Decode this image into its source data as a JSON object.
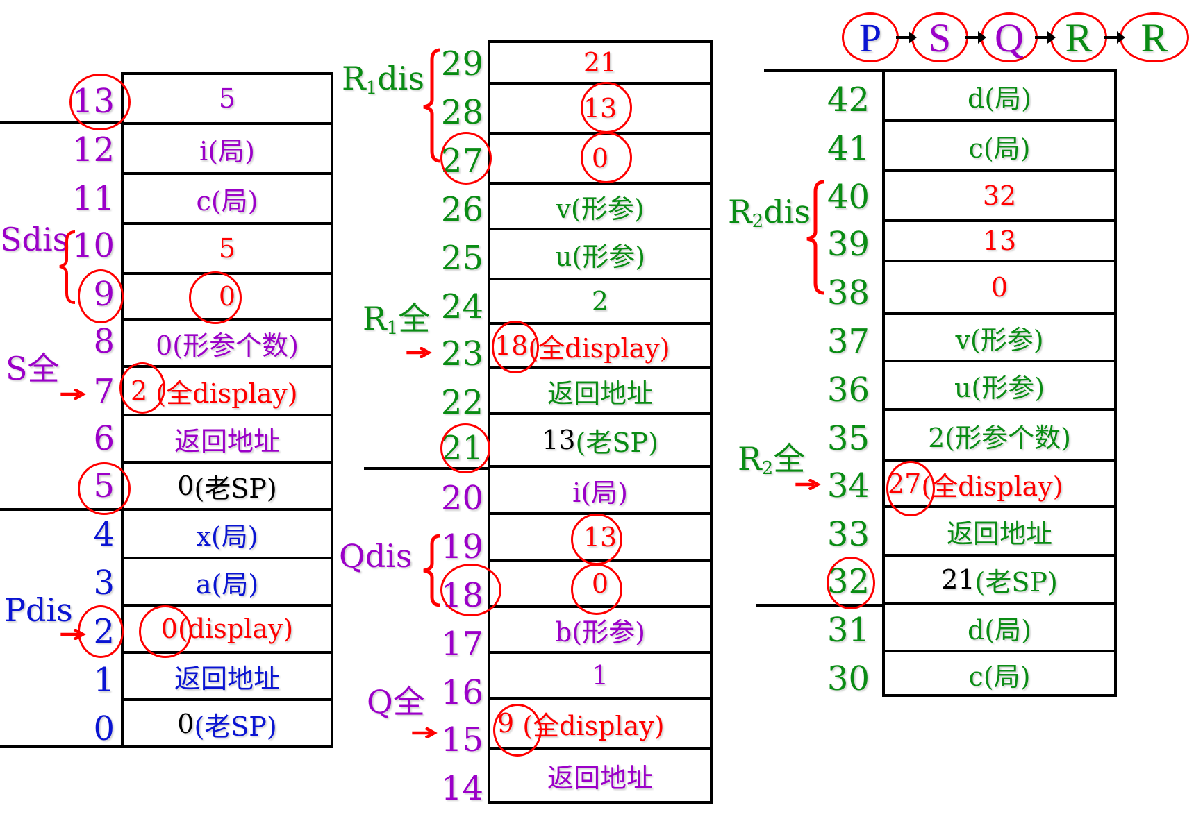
{
  "colors": {
    "purple": "#9b00c8",
    "blue": "#0a14d2",
    "green": "#0a8c14",
    "red": "#ff0000",
    "black": "#000000"
  },
  "call_chain": {
    "nodes": [
      {
        "label": "P",
        "color": "blue"
      },
      {
        "label": "S",
        "color": "purple"
      },
      {
        "label": "Q",
        "color": "purple"
      },
      {
        "label": "R",
        "color": "green"
      },
      {
        "label": "R",
        "color": "green"
      }
    ]
  },
  "stack_left": {
    "labels": {
      "sdis": "Sdis",
      "s_global": "S全",
      "pdis": "Pdis"
    },
    "rows": [
      {
        "addr": "13",
        "text": "5"
      },
      {
        "addr": "12",
        "text": "i(局)"
      },
      {
        "addr": "11",
        "text": "c(局)"
      },
      {
        "addr": "10",
        "text": "5"
      },
      {
        "addr": "9",
        "text": "0"
      },
      {
        "addr": "8",
        "text": "0(形参个数)"
      },
      {
        "addr": "7",
        "num": "2",
        "text": "(全display)"
      },
      {
        "addr": "6",
        "text": "返回地址"
      },
      {
        "addr": "5",
        "num": "0",
        "text": "(老SP)"
      },
      {
        "addr": "4",
        "text": "x(局)"
      },
      {
        "addr": "3",
        "text": "a(局)"
      },
      {
        "addr": "2",
        "num": "0",
        "text": "(display)"
      },
      {
        "addr": "1",
        "text": "返回地址"
      },
      {
        "addr": "0",
        "num": "0",
        "text": "(老SP)"
      }
    ]
  },
  "stack_middle": {
    "labels": {
      "r1dis_main": "R",
      "r1dis_sub": "1",
      "r1dis_tail": "dis",
      "r1_global_main": "R",
      "r1_global_sub": "1",
      "r1_global_tail": "全",
      "qdis": "Qdis",
      "q_global": "Q全"
    },
    "rows": [
      {
        "addr": "29",
        "text": "21"
      },
      {
        "addr": "28",
        "text": "13"
      },
      {
        "addr": "27",
        "text": "0"
      },
      {
        "addr": "26",
        "text": "v(形参)"
      },
      {
        "addr": "25",
        "text": "u(形参)"
      },
      {
        "addr": "24",
        "text": "2"
      },
      {
        "addr": "23",
        "num": "18",
        "text": "(全display)"
      },
      {
        "addr": "22",
        "text": "返回地址"
      },
      {
        "addr": "21",
        "num": "13",
        "text": "(老SP)"
      },
      {
        "addr": "20",
        "text": "i(局)"
      },
      {
        "addr": "19",
        "text": "13"
      },
      {
        "addr": "18",
        "text": "0"
      },
      {
        "addr": "17",
        "text": "b(形参)"
      },
      {
        "addr": "16",
        "text": "1"
      },
      {
        "addr": "15",
        "num": "9",
        "text": "(全display)"
      },
      {
        "addr": "14",
        "text": "返回地址"
      }
    ]
  },
  "stack_right": {
    "labels": {
      "r2dis_main": "R",
      "r2dis_sub": "2",
      "r2dis_tail": "dis",
      "r2_global_main": "R",
      "r2_global_sub": "2",
      "r2_global_tail": "全"
    },
    "rows": [
      {
        "addr": "42",
        "text": "d(局)"
      },
      {
        "addr": "41",
        "text": "c(局)"
      },
      {
        "addr": "40",
        "text": "32"
      },
      {
        "addr": "39",
        "text": "13"
      },
      {
        "addr": "38",
        "text": "0"
      },
      {
        "addr": "37",
        "text": "v(形参)"
      },
      {
        "addr": "36",
        "text": "u(形参)"
      },
      {
        "addr": "35",
        "text": "2(形参个数)"
      },
      {
        "addr": "34",
        "num": "27",
        "text": "(全display)"
      },
      {
        "addr": "33",
        "text": "返回地址"
      },
      {
        "addr": "32",
        "num": "21",
        "text": "(老SP)"
      },
      {
        "addr": "31",
        "text": "d(局)"
      },
      {
        "addr": "30",
        "text": "c(局)"
      }
    ]
  }
}
